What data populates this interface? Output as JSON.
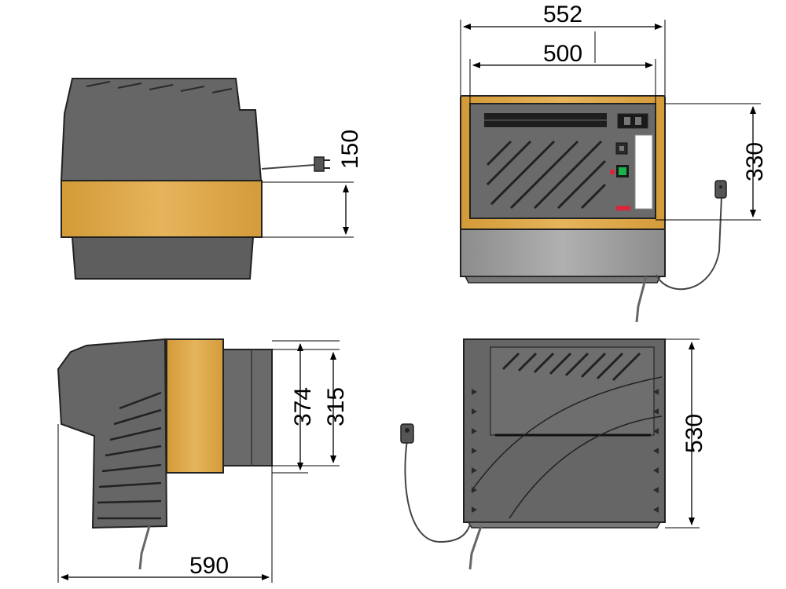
{
  "dimensions": {
    "top_width_overall": "552",
    "top_width_inner": "500",
    "front_height_panel": "330",
    "top_view_height": "150",
    "side_height_outer": "374",
    "side_height_inner": "315",
    "back_height": "530",
    "side_depth": "590"
  },
  "colors": {
    "body": "#666666",
    "body_light": "#7a7a7a",
    "outline": "#222222",
    "wood": "#d9a441",
    "wood_light": "#e8b860",
    "stainless": "#9a9a9a",
    "grille": "#1a1a1a",
    "green_switch": "#19b34a",
    "red_indicator": "#d9263a"
  }
}
